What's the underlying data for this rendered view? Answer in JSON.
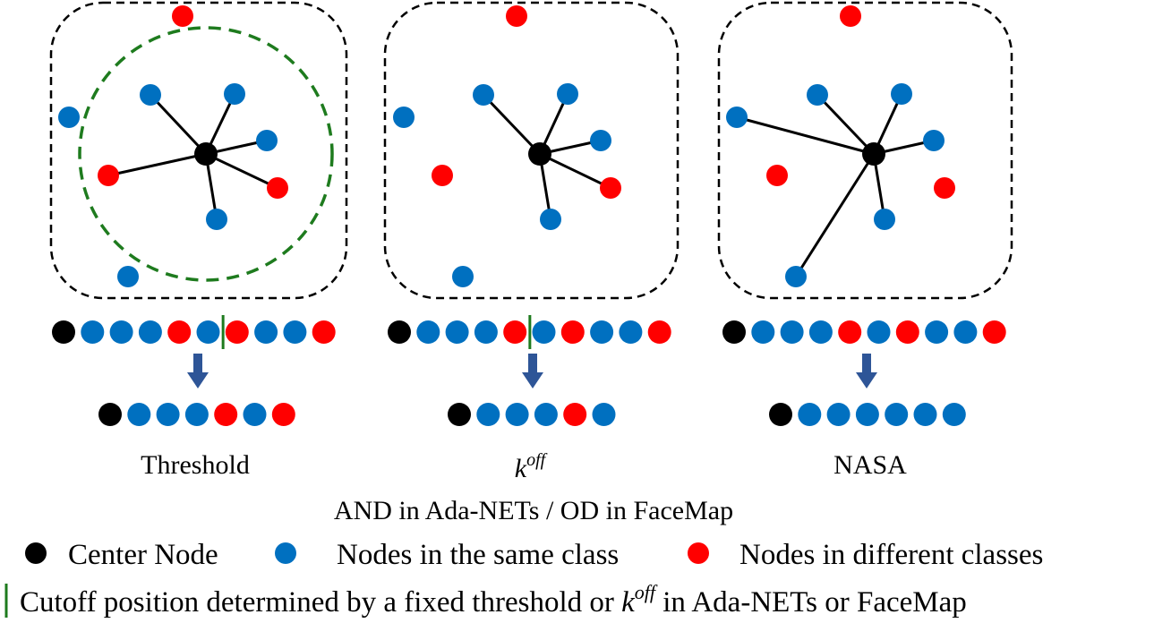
{
  "colors": {
    "center": "#000000",
    "same": "#0070C0",
    "diff": "#FF0000",
    "cutoff": "#1E7B1E",
    "arrow": "#2E5597",
    "circle": "#1E7B1E",
    "box": "#000000"
  },
  "panels": [
    {
      "caption": "Threshold",
      "has_circle": true,
      "outside_nodes": [
        "diff",
        "same",
        "same"
      ],
      "neighbors": [
        "same",
        "same",
        "same",
        "diff",
        "diff",
        "same"
      ],
      "ranked": [
        "center",
        "same",
        "same",
        "same",
        "diff",
        "same",
        "diff",
        "same",
        "same",
        "diff"
      ],
      "cutoff_after": 6,
      "result": [
        "center",
        "same",
        "same",
        "same",
        "diff",
        "same",
        "diff"
      ]
    },
    {
      "caption": "k",
      "caption_sup": "off",
      "has_circle": false,
      "outside_nodes": [
        "diff",
        "same",
        "diff",
        "same"
      ],
      "neighbors": [
        "same",
        "same",
        "same",
        "diff",
        "same"
      ],
      "ranked": [
        "center",
        "same",
        "same",
        "same",
        "diff",
        "same",
        "diff",
        "same",
        "same",
        "diff"
      ],
      "cutoff_after": 5,
      "result": [
        "center",
        "same",
        "same",
        "same",
        "diff",
        "same"
      ]
    },
    {
      "caption": "NASA",
      "has_circle": false,
      "outside_nodes": [
        "diff",
        "diff",
        "diff"
      ],
      "neighbors": [
        "same",
        "same",
        "same",
        "same",
        "same",
        "same"
      ],
      "ranked": [
        "center",
        "same",
        "same",
        "same",
        "diff",
        "same",
        "diff",
        "same",
        "same",
        "diff"
      ],
      "cutoff_after": null,
      "result": [
        "center",
        "same",
        "same",
        "same",
        "same",
        "same",
        "same"
      ]
    }
  ],
  "subtitle": "AND in Ada-NETs / OD in FaceMap",
  "legend": {
    "center_label": "Center Node",
    "same_label": "Nodes in the same class",
    "diff_label": "Nodes in different classes",
    "cutoff_label_before": "Cutoff position determined by a fixed threshold or ",
    "cutoff_math": "k",
    "cutoff_math_sup": "off",
    "cutoff_label_after": " in Ada-NETs or FaceMap"
  }
}
